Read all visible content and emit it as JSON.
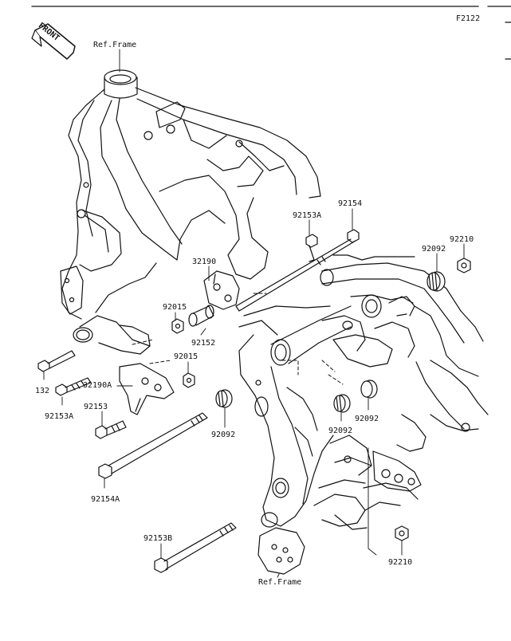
{
  "diagram": {
    "code": "F2122",
    "front": "FRONT",
    "ref_frame": "Ref.Frame",
    "parts": {
      "p92154": "92154",
      "p92153A_top": "92153A",
      "p92210_top": "92210",
      "p92092_top": "92092",
      "p32190": "32190",
      "p92015_a": "92015",
      "p92152": "92152",
      "p92015_b": "92015",
      "p132": "132",
      "p32190A": "32190A",
      "p92153A_left": "92153A",
      "p92153": "92153",
      "p92092_left": "92092",
      "p92092_mid": "92092",
      "p92092_right": "92092",
      "p92154A": "92154A",
      "p92153B": "92153B",
      "p92210_bottom": "92210"
    }
  }
}
